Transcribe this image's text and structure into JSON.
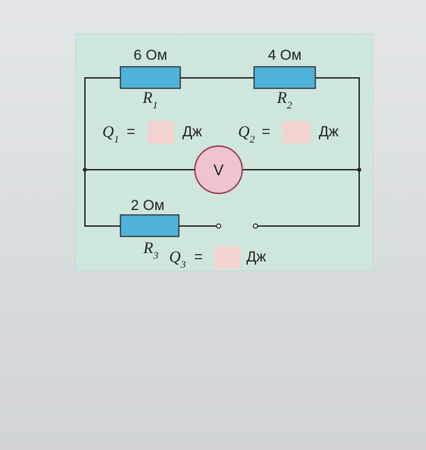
{
  "circuit": {
    "r1": {
      "value": "6 Ом",
      "name": "R",
      "sub": "1"
    },
    "r2": {
      "value": "4 Ом",
      "name": "R",
      "sub": "2"
    },
    "r3": {
      "value": "2 Ом",
      "name": "R",
      "sub": "3"
    },
    "voltmeter": "V",
    "q1": {
      "name": "Q",
      "sub": "1",
      "eq": "=",
      "value": "",
      "unit": "Дж"
    },
    "q2": {
      "name": "Q",
      "sub": "2",
      "eq": "=",
      "value": "",
      "unit": "Дж"
    },
    "q3": {
      "name": "Q",
      "sub": "3",
      "eq": "=",
      "value": "",
      "unit": "Дж"
    }
  },
  "colors": {
    "panel": "#cfe6dc",
    "resistor": "#4fb3d9",
    "voltmeter": "#efc4cf",
    "voltmeter_border": "#9a3a55",
    "input": "#f3d3cf",
    "wire": "#2a2a2a"
  }
}
